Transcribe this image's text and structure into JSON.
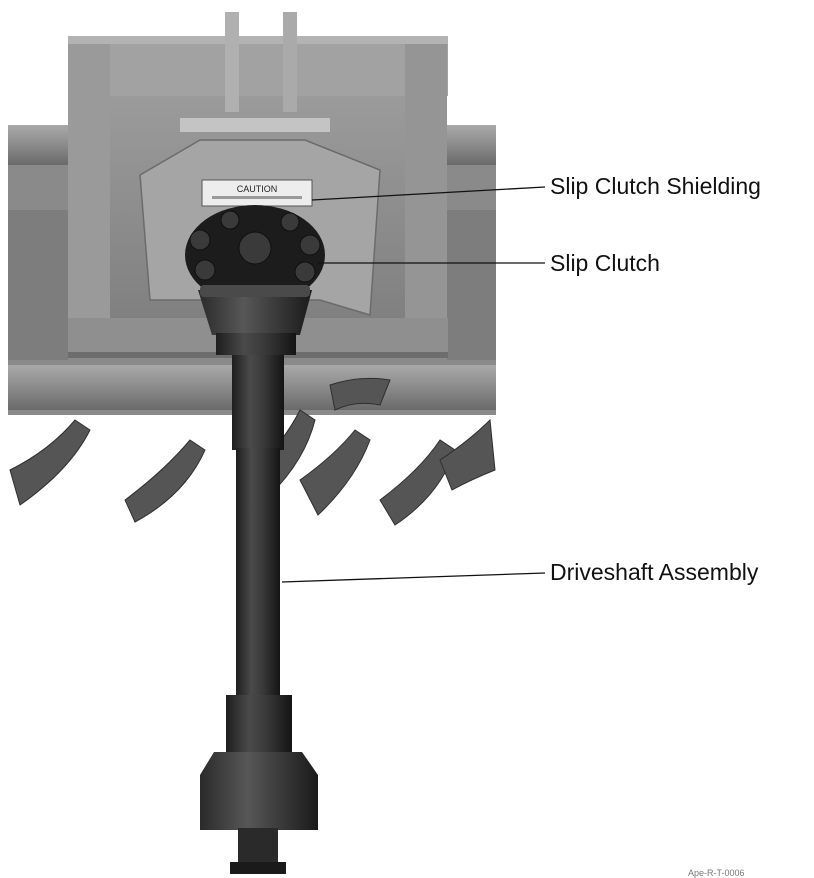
{
  "figure": {
    "callouts": [
      {
        "id": "slip-clutch-shielding",
        "label": "Slip Clutch Shielding"
      },
      {
        "id": "slip-clutch",
        "label": "Slip Clutch"
      },
      {
        "id": "driveshaft-assembly",
        "label": "Driveshaft Assembly"
      }
    ],
    "caution_decal": "CAUTION",
    "reference_code": "Ape-R-T-0006"
  }
}
